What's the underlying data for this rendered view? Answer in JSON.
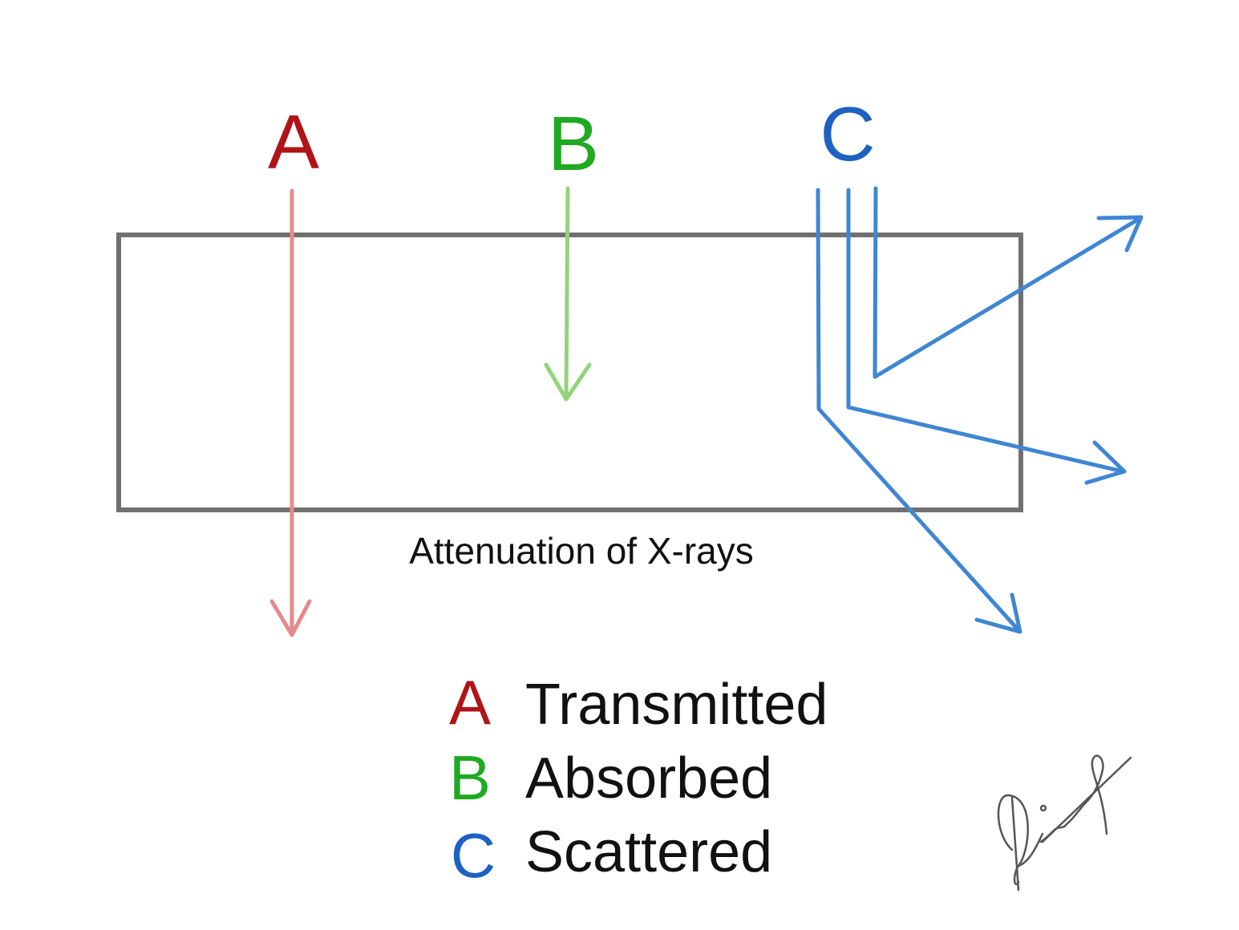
{
  "beams": [
    {
      "label": "A",
      "meaning": "Transmitted",
      "color": "#b01418",
      "ray_color": "#e58a8a"
    },
    {
      "label": "B",
      "meaning": "Absorbed",
      "color": "#1faa22",
      "ray_color": "#93d47a"
    },
    {
      "label": "C",
      "meaning": "Scattered",
      "color": "#1d62c2",
      "ray_color": "#3f86d4"
    }
  ],
  "caption": "Attenuation of X-rays",
  "signature": "Dishay"
}
